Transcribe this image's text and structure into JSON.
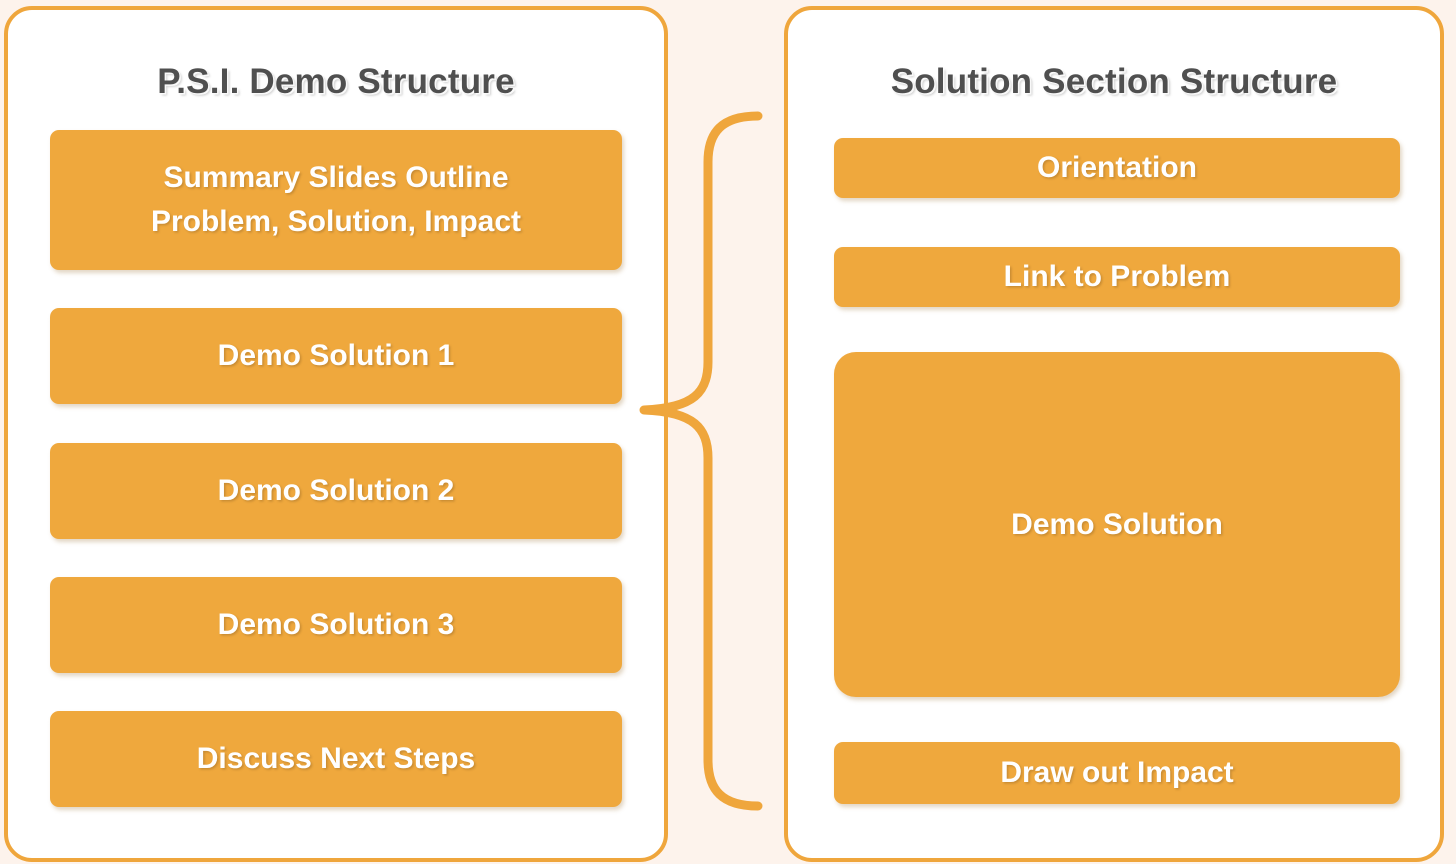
{
  "diagram": {
    "title": "P.S.I. Demo Structure and Solution Section Structure",
    "background_color": "#fdf3ec",
    "accent_color": "#efa83d",
    "panel_border_color": "#efa63c",
    "panel_fill_color": "#ffffff",
    "box_text_color": "#ffffff",
    "title_text_color": "#4f4f4f"
  },
  "left_panel": {
    "title": "P.S.I. Demo Structure",
    "steps": [
      {
        "id": "summary",
        "label": "Summary Slides Outline\nProblem, Solution, Impact"
      },
      {
        "id": "demo1",
        "label": "Demo Solution 1"
      },
      {
        "id": "demo2",
        "label": "Demo Solution 2"
      },
      {
        "id": "demo3",
        "label": "Demo Solution 3"
      },
      {
        "id": "next-steps",
        "label": "Discuss Next Steps"
      }
    ]
  },
  "right_panel": {
    "title": "Solution Section Structure",
    "steps": [
      {
        "id": "orientation",
        "label": "Orientation"
      },
      {
        "id": "link",
        "label": "Link to Problem"
      },
      {
        "id": "demo-sol",
        "label": "Demo Solution"
      },
      {
        "id": "impact",
        "label": "Draw out Impact"
      }
    ]
  },
  "connector": {
    "icon": "curly-brace-icon",
    "from": "Demo Solution 1",
    "to": "Solution Section Structure",
    "color": "#efa63c"
  }
}
